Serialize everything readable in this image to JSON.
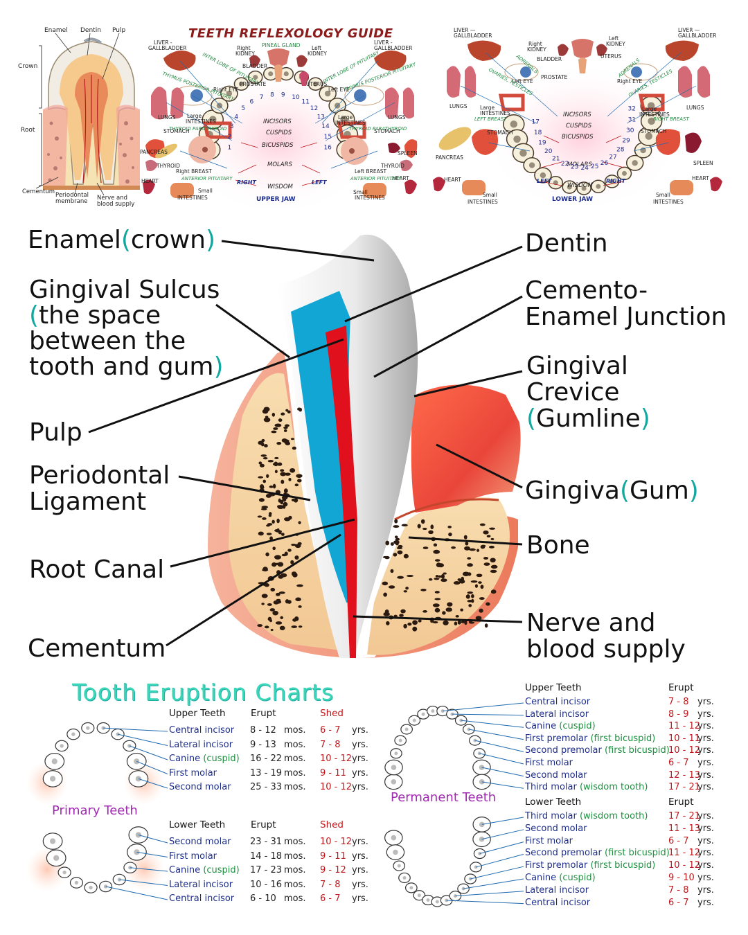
{
  "tooth_section": {
    "enamel": "Enamel",
    "dentin": "Dentin",
    "pulp": "Pulp",
    "crown": "Crown",
    "root": "Root",
    "cementum": "Cementum",
    "periodontal_membrane": "Periodontal membrane",
    "nerve_blood": "Nerve and blood supply"
  },
  "reflexology": {
    "title": "TEETH REFLEXOLOGY GUIDE",
    "upper_jaw": "UPPER JAW",
    "lower_jaw": "LOWER JAW",
    "organs_upper": [
      "LIVER - GALLBLADDER",
      "PINEAL GLAND",
      "Right KIDNEY",
      "Left KIDNEY",
      "BLADDER",
      "Right EYE",
      "PROSTATE",
      "UTERUS",
      "Left EYE",
      "LUNGS",
      "Large INTESTINES",
      "STOMACH",
      "PANCREAS",
      "THYROID",
      "Right BREAST",
      "HEART",
      "Small INTESTINES",
      "SPLEEN",
      "Left BREAST",
      "THYROID"
    ],
    "organs_lower": [
      "LIVER - GALLBLADDER",
      "Right KIDNEY",
      "Left KIDNEY",
      "BLADDER",
      "UTERUS",
      "PROSTATE",
      "Left EYE",
      "Right EYE",
      "LUNGS",
      "Large INTESTINES",
      "STOMACH",
      "PANCREAS",
      "HEART",
      "Small INTESTINES",
      "SPLEEN"
    ],
    "upper_labels": [
      "INCISORS",
      "CUSPIDS",
      "BICUSPIDS",
      "MOLARS",
      "WISDOM",
      "RIGHT",
      "LEFT"
    ],
    "lower_labels": [
      "INCISORS",
      "CUSPIDS",
      "BICUSPIDS",
      "MOLARS",
      "WISDOM",
      "LEFT",
      "RIGHT"
    ],
    "upper_numbers": [
      "1",
      "2",
      "3",
      "4",
      "5",
      "6",
      "7",
      "8",
      "9",
      "10",
      "11",
      "12",
      "13",
      "14",
      "15",
      "16"
    ],
    "lower_numbers": [
      "17",
      "18",
      "19",
      "20",
      "21",
      "22",
      "23",
      "24",
      "25",
      "26",
      "27",
      "28",
      "29",
      "30",
      "31",
      "32"
    ]
  },
  "anatomy": {
    "enamel_a": "Enamel",
    "enamel_b": "crown",
    "gingival_sulcus_1": "Gingival Sulcus",
    "gingival_sulcus_2": "the space",
    "gingival_sulcus_3": "between the",
    "gingival_sulcus_4": "tooth and gum",
    "pulp": "Pulp",
    "periodontal_1": "Periodontal",
    "periodontal_2": "Ligament",
    "root_canal": "Root Canal",
    "cementum": "Cementum",
    "dentin": "Dentin",
    "cej_1": "Cemento-",
    "cej_2": "Enamel Junction",
    "crevice_1": "Gingival",
    "crevice_2": "Crevice",
    "crevice_3": "Gumline",
    "gingiva_a": "Gingiva",
    "gingiva_b": "Gum",
    "bone": "Bone",
    "nerve_1": "Nerve and",
    "nerve_2": "blood supply"
  },
  "eruption": {
    "title": "Tooth  Eruption  Charts",
    "primary_label": "Primary Teeth",
    "permanent_label": "Permanent Teeth",
    "primary_upper": {
      "header": [
        "Upper  Teeth",
        "Erupt",
        "Shed"
      ],
      "rows": [
        {
          "name": "Central  incisor",
          "extra": "",
          "erupt": "8 - 12",
          "unit": "mos.",
          "shed": "6 - 7",
          "yrs": "yrs."
        },
        {
          "name": "Lateral  incisor",
          "extra": "",
          "erupt": "9 - 13",
          "unit": "mos.",
          "shed": "7 - 8",
          "yrs": "yrs."
        },
        {
          "name": "Canine ",
          "extra": "(cuspid)",
          "erupt": "16 - 22",
          "unit": "mos.",
          "shed": "10 - 12",
          "yrs": "yrs."
        },
        {
          "name": "First  molar",
          "extra": "",
          "erupt": "13 - 19",
          "unit": "mos.",
          "shed": "9 - 11",
          "yrs": "yrs."
        },
        {
          "name": "Second  molar",
          "extra": "",
          "erupt": "25 - 33",
          "unit": "mos.",
          "shed": "10 - 12",
          "yrs": "yrs."
        }
      ]
    },
    "primary_lower": {
      "header": [
        "Lower  Teeth",
        "Erupt",
        "Shed"
      ],
      "rows": [
        {
          "name": "Second  molar",
          "extra": "",
          "erupt": "23 - 31",
          "unit": "mos.",
          "shed": "10 - 12",
          "yrs": "yrs."
        },
        {
          "name": "First  molar",
          "extra": "",
          "erupt": "14 - 18",
          "unit": "mos.",
          "shed": "9 - 11",
          "yrs": "yrs."
        },
        {
          "name": "Canine ",
          "extra": "(cuspid)",
          "erupt": "17 - 23",
          "unit": "mos.",
          "shed": "9 - 12",
          "yrs": "yrs."
        },
        {
          "name": "Lateral  incisor",
          "extra": "",
          "erupt": "10 - 16",
          "unit": "mos.",
          "shed": "7 - 8",
          "yrs": "yrs."
        },
        {
          "name": "Central  incisor",
          "extra": "",
          "erupt": "6 - 10",
          "unit": "mos.",
          "shed": "6 - 7",
          "yrs": "yrs."
        }
      ]
    },
    "permanent_upper": {
      "header": [
        "Upper  Teeth",
        "Erupt"
      ],
      "rows": [
        {
          "name": "Central  incisor",
          "extra": "",
          "erupt": "7 - 8",
          "yrs": "yrs."
        },
        {
          "name": "Lateral  incisor",
          "extra": "",
          "erupt": "8 - 9",
          "yrs": "yrs."
        },
        {
          "name": "Canine ",
          "extra": "(cuspid)",
          "erupt": "11 - 12",
          "yrs": "yrs."
        },
        {
          "name": "First  premolar ",
          "extra": "(first bicuspid)",
          "erupt": "10 - 11",
          "yrs": "yrs."
        },
        {
          "name": "Second  premolar ",
          "extra": "(first bicuspid)",
          "erupt": "10 - 12",
          "yrs": "yrs."
        },
        {
          "name": "First  molar",
          "extra": "",
          "erupt": "6 - 7",
          "yrs": "yrs."
        },
        {
          "name": "Second  molar",
          "extra": "",
          "erupt": "12 - 13",
          "yrs": "yrs."
        },
        {
          "name": "Third molar ",
          "extra": "(wisdom tooth)",
          "erupt": "17 - 21",
          "yrs": "yrs."
        }
      ]
    },
    "permanent_lower": {
      "header": [
        "Lower  Teeth",
        "Erupt"
      ],
      "rows": [
        {
          "name": "Third molar ",
          "extra": "(wisdom tooth)",
          "erupt": "17 - 21",
          "yrs": "yrs."
        },
        {
          "name": "Second  molar",
          "extra": "",
          "erupt": "11 - 13",
          "yrs": "yrs."
        },
        {
          "name": "First  molar",
          "extra": "",
          "erupt": "6 - 7",
          "yrs": "yrs."
        },
        {
          "name": "Second  premolar ",
          "extra": "(first bicuspid)",
          "erupt": "11 - 12",
          "yrs": "yrs."
        },
        {
          "name": "First  premolar ",
          "extra": "(first bicuspid)",
          "erupt": "10 - 12",
          "yrs": "yrs."
        },
        {
          "name": "Canine ",
          "extra": "(cuspid)",
          "erupt": "9 - 10",
          "yrs": "yrs."
        },
        {
          "name": "Lateral  incisor",
          "extra": "",
          "erupt": "7 - 8",
          "yrs": "yrs."
        },
        {
          "name": "Central  incisor",
          "extra": "",
          "erupt": "6 - 7",
          "yrs": "yrs."
        }
      ]
    }
  }
}
